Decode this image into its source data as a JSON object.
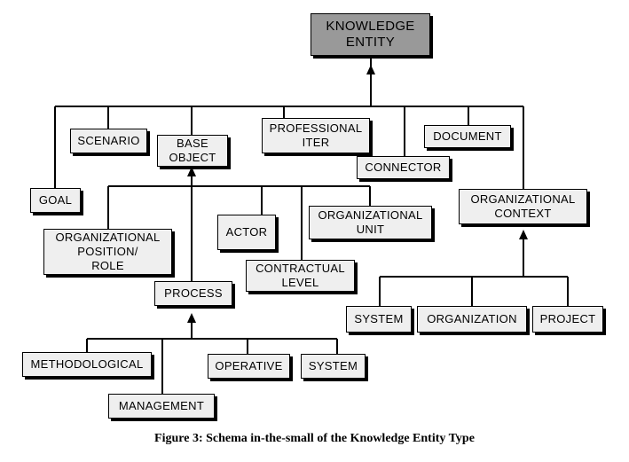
{
  "nodes": {
    "knowledge_entity": "KNOWLEDGE\nENTITY",
    "scenario": "SCENARIO",
    "base_object": "BASE\nOBJECT",
    "professional_iter": "PROFESSIONAL\nITER",
    "document": "DOCUMENT",
    "connector": "CONNECTOR",
    "goal": "GOAL",
    "organizational_context": "ORGANIZATIONAL\nCONTEXT",
    "organizational_position_role": "ORGANIZATIONAL\nPOSITION/\nROLE",
    "actor": "ACTOR",
    "organizational_unit": "ORGANIZATIONAL\nUNIT",
    "contractual_level": "CONTRACTUAL\nLEVEL",
    "process": "PROCESS",
    "system_org": "SYSTEM",
    "organization": "ORGANIZATION",
    "project": "PROJECT",
    "methodological": "METHODOLOGICAL",
    "operative": "OPERATIVE",
    "system_proc": "SYSTEM",
    "management": "MANAGEMENT"
  },
  "caption": "Figure 3: Schema in-the-small of the Knowledge Entity Type"
}
